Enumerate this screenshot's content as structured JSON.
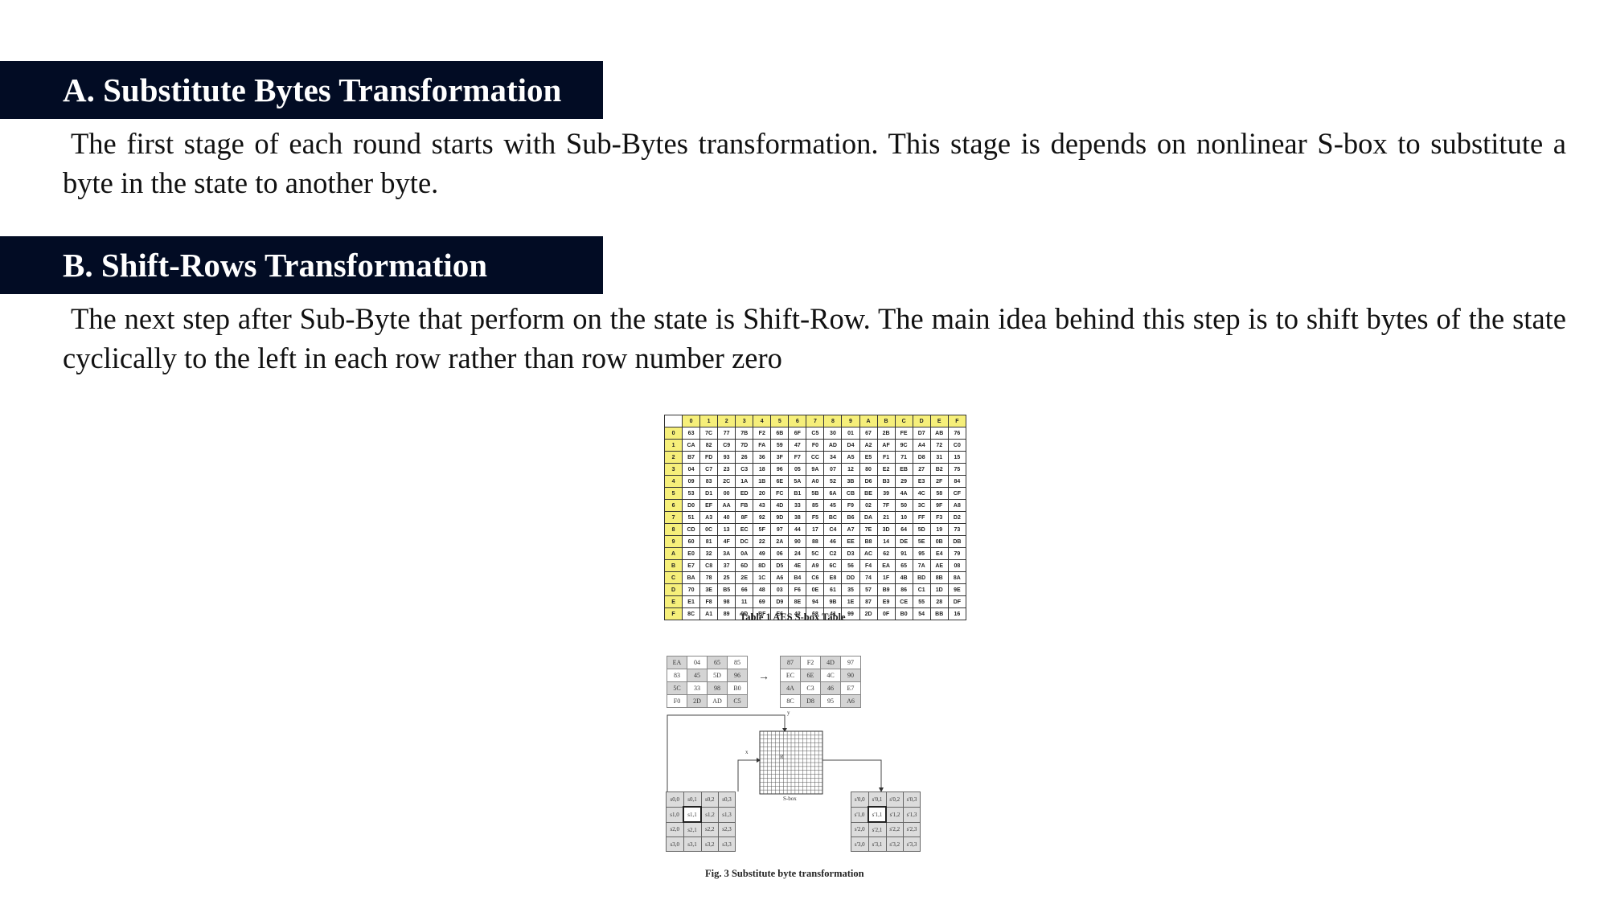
{
  "section_a": {
    "heading": "A. Substitute Bytes Transformation",
    "body": "The first stage of each round starts with Sub-Bytes transformation. This stage is depends on nonlinear S-box to substitute a byte in the state to another byte."
  },
  "section_b": {
    "heading": "B. Shift-Rows Transformation",
    "body": "The next step after Sub-Byte that perform on the state is Shift-Row. The main idea behind this step is to shift bytes of the state cyclically to the left in each row rather than row number zero"
  },
  "sbox": {
    "caption": "Table 1 AES S-box Table",
    "header_color": "#f6ef7a",
    "col_headers": [
      "0",
      "1",
      "2",
      "3",
      "4",
      "5",
      "6",
      "7",
      "8",
      "9",
      "A",
      "B",
      "C",
      "D",
      "E",
      "F"
    ],
    "rows": [
      {
        "label": "0",
        "cells": [
          "63",
          "7C",
          "77",
          "7B",
          "F2",
          "6B",
          "6F",
          "C5",
          "30",
          "01",
          "67",
          "2B",
          "FE",
          "D7",
          "AB",
          "76"
        ]
      },
      {
        "label": "1",
        "cells": [
          "CA",
          "82",
          "C9",
          "7D",
          "FA",
          "59",
          "47",
          "F0",
          "AD",
          "D4",
          "A2",
          "AF",
          "9C",
          "A4",
          "72",
          "C0"
        ]
      },
      {
        "label": "2",
        "cells": [
          "B7",
          "FD",
          "93",
          "26",
          "36",
          "3F",
          "F7",
          "CC",
          "34",
          "A5",
          "E5",
          "F1",
          "71",
          "D8",
          "31",
          "15"
        ]
      },
      {
        "label": "3",
        "cells": [
          "04",
          "C7",
          "23",
          "C3",
          "18",
          "96",
          "05",
          "9A",
          "07",
          "12",
          "80",
          "E2",
          "EB",
          "27",
          "B2",
          "75"
        ]
      },
      {
        "label": "4",
        "cells": [
          "09",
          "83",
          "2C",
          "1A",
          "1B",
          "6E",
          "5A",
          "A0",
          "52",
          "3B",
          "D6",
          "B3",
          "29",
          "E3",
          "2F",
          "84"
        ]
      },
      {
        "label": "5",
        "cells": [
          "53",
          "D1",
          "00",
          "ED",
          "20",
          "FC",
          "B1",
          "5B",
          "6A",
          "CB",
          "BE",
          "39",
          "4A",
          "4C",
          "58",
          "CF"
        ]
      },
      {
        "label": "6",
        "cells": [
          "D0",
          "EF",
          "AA",
          "FB",
          "43",
          "4D",
          "33",
          "85",
          "45",
          "F9",
          "02",
          "7F",
          "50",
          "3C",
          "9F",
          "A8"
        ]
      },
      {
        "label": "7",
        "cells": [
          "51",
          "A3",
          "40",
          "8F",
          "92",
          "9D",
          "38",
          "F5",
          "BC",
          "B6",
          "DA",
          "21",
          "10",
          "FF",
          "F3",
          "D2"
        ]
      },
      {
        "label": "8",
        "cells": [
          "CD",
          "0C",
          "13",
          "EC",
          "5F",
          "97",
          "44",
          "17",
          "C4",
          "A7",
          "7E",
          "3D",
          "64",
          "5D",
          "19",
          "73"
        ]
      },
      {
        "label": "9",
        "cells": [
          "60",
          "81",
          "4F",
          "DC",
          "22",
          "2A",
          "90",
          "88",
          "46",
          "EE",
          "B8",
          "14",
          "DE",
          "5E",
          "0B",
          "DB"
        ]
      },
      {
        "label": "A",
        "cells": [
          "E0",
          "32",
          "3A",
          "0A",
          "49",
          "06",
          "24",
          "5C",
          "C2",
          "D3",
          "AC",
          "62",
          "91",
          "95",
          "E4",
          "79"
        ]
      },
      {
        "label": "B",
        "cells": [
          "E7",
          "C8",
          "37",
          "6D",
          "8D",
          "D5",
          "4E",
          "A9",
          "6C",
          "56",
          "F4",
          "EA",
          "65",
          "7A",
          "AE",
          "08"
        ]
      },
      {
        "label": "C",
        "cells": [
          "BA",
          "78",
          "25",
          "2E",
          "1C",
          "A6",
          "B4",
          "C6",
          "E8",
          "DD",
          "74",
          "1F",
          "4B",
          "BD",
          "8B",
          "8A"
        ]
      },
      {
        "label": "D",
        "cells": [
          "70",
          "3E",
          "B5",
          "66",
          "48",
          "03",
          "F6",
          "0E",
          "61",
          "35",
          "57",
          "B9",
          "86",
          "C1",
          "1D",
          "9E"
        ]
      },
      {
        "label": "E",
        "cells": [
          "E1",
          "F8",
          "98",
          "11",
          "69",
          "D9",
          "8E",
          "94",
          "9B",
          "1E",
          "87",
          "E9",
          "CE",
          "55",
          "28",
          "DF"
        ]
      },
      {
        "label": "F",
        "cells": [
          "8C",
          "A1",
          "89",
          "0D",
          "BF",
          "E6",
          "42",
          "68",
          "41",
          "99",
          "2D",
          "0F",
          "B0",
          "54",
          "BB",
          "16"
        ]
      }
    ]
  },
  "figure3": {
    "caption": "Fig. 3 Substitute byte transformation",
    "input_matrix": [
      [
        "EA",
        "04",
        "65",
        "85"
      ],
      [
        "83",
        "45",
        "5D",
        "96"
      ],
      [
        "5C",
        "33",
        "98",
        "B0"
      ],
      [
        "F0",
        "2D",
        "AD",
        "C5"
      ]
    ],
    "output_matrix": [
      [
        "87",
        "F2",
        "4D",
        "97"
      ],
      [
        "EC",
        "6E",
        "4C",
        "90"
      ],
      [
        "4A",
        "C3",
        "46",
        "E7"
      ],
      [
        "8C",
        "D8",
        "95",
        "A6"
      ]
    ],
    "arrow": "→",
    "sbox_label": "S-box",
    "axis_x": "x",
    "axis_y": "y",
    "input_state": [
      [
        "s0,0",
        "s0,1",
        "s0,2",
        "s0,3"
      ],
      [
        "s1,0",
        "s1,1",
        "s1,2",
        "s1,3"
      ],
      [
        "s2,0",
        "s2,1",
        "s2,2",
        "s2,3"
      ],
      [
        "s3,0",
        "s3,1",
        "s3,2",
        "s3,3"
      ]
    ],
    "output_state": [
      [
        "s'0,0",
        "s'0,1",
        "s'0,2",
        "s'0,3"
      ],
      [
        "s'1,0",
        "s'1,1",
        "s'1,2",
        "s'1,3"
      ],
      [
        "s'2,0",
        "s'2,1",
        "s'2,2",
        "s'2,3"
      ],
      [
        "s'3,0",
        "s'3,1",
        "s'3,2",
        "s'3,3"
      ]
    ]
  }
}
